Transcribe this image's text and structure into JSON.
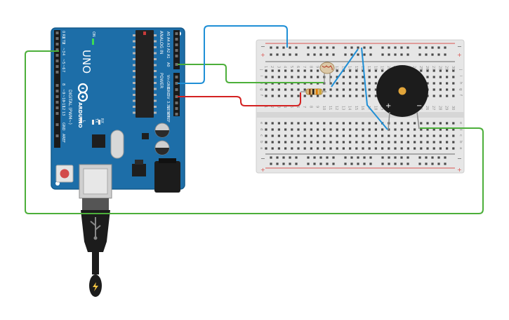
{
  "arduino": {
    "brand": "ARDUINO",
    "model": "UNO",
    "on_label": "ON",
    "tx_label": "TX",
    "rx_label": "RX",
    "l_label": "L",
    "digital_header": "DIGITAL (PWM~)",
    "analog_header": "ANALOG IN",
    "power_header": "POWER",
    "digital_pins": [
      "0 RX",
      "1 TX",
      "2",
      "~3",
      "4",
      "~5",
      "~6",
      "7",
      "8",
      "~9",
      "~10",
      "~11",
      "12",
      "13",
      "GND",
      "AREF"
    ],
    "analog_pins": [
      "A5",
      "A4",
      "A3",
      "A2",
      "A1",
      "A0"
    ],
    "power_pins": [
      "Vin",
      "GND",
      "GND",
      "5V",
      "3.3V",
      "RESET",
      "IOREF"
    ]
  },
  "breadboard": {
    "row_letters_top": [
      "j",
      "i",
      "h",
      "g",
      "f"
    ],
    "row_letters_bottom": [
      "e",
      "d",
      "c",
      "b",
      "a"
    ],
    "column_numbers": [
      "1",
      "2",
      "3",
      "4",
      "5",
      "6",
      "7",
      "8",
      "9",
      "10",
      "11",
      "12",
      "13",
      "14",
      "15",
      "16",
      "17",
      "18",
      "19",
      "20",
      "21",
      "22",
      "23",
      "24",
      "25",
      "26",
      "27",
      "28",
      "29",
      "30"
    ],
    "rail_plus": "+",
    "rail_minus": "−"
  },
  "buzzer": {
    "plus": "+",
    "minus": "−"
  },
  "wire_colors": {
    "green": "#4caf3a",
    "blue": "#1f8fd6",
    "red": "#d42222"
  },
  "icons": [
    "usb-cable-icon",
    "lightning-icon",
    "photoresistor-icon",
    "resistor-icon",
    "piezo-buzzer-icon"
  ]
}
